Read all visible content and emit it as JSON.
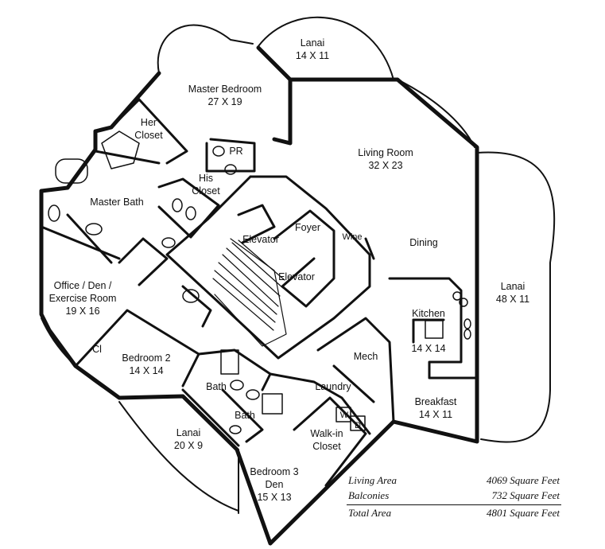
{
  "rooms": {
    "lanai_top": {
      "name": "Lanai",
      "size": "14 X 11"
    },
    "master_bedroom": {
      "name": "Master Bedroom",
      "size": "27 X 19"
    },
    "her_closet": {
      "line1": "Her",
      "line2": "Closet"
    },
    "pr": {
      "name": "PR"
    },
    "his_closet": {
      "line1": "His",
      "line2": "Closet"
    },
    "living_room": {
      "name": "Living Room",
      "size": "32 X 23"
    },
    "master_bath": {
      "name": "Master Bath"
    },
    "foyer": {
      "name": "Foyer"
    },
    "elevator_1": {
      "name": "Elevator"
    },
    "elevator_2": {
      "name": "Elevator"
    },
    "wine": {
      "name": "Wine"
    },
    "dining": {
      "name": "Dining"
    },
    "lanai_right": {
      "name": "Lanai",
      "size": "48 X 11"
    },
    "office": {
      "line1": "Office / Den /",
      "line2": "Exercise Room",
      "size": "19 X 16"
    },
    "kitchen": {
      "name": "Kitchen",
      "size": "14 X 14"
    },
    "closet_cl": {
      "name": "Cl"
    },
    "bedroom_2": {
      "name": "Bedroom 2",
      "size": "14 X 14"
    },
    "mech": {
      "name": "Mech"
    },
    "bath_1": {
      "name": "Bath"
    },
    "laundry": {
      "name": "Laundry"
    },
    "bath_2": {
      "name": "Bath"
    },
    "breakfast": {
      "name": "Breakfast",
      "size": "14 X 11"
    },
    "washer": {
      "name": "W"
    },
    "dryer": {
      "name": "D"
    },
    "lanai_left": {
      "name": "Lanai",
      "size": "20 X 9"
    },
    "walkin_closet": {
      "line1": "Walk-in",
      "line2": "Closet"
    },
    "bedroom_3": {
      "line1": "Bedroom 3",
      "line2": "Den",
      "size": "15 X 13"
    }
  },
  "area_table": [
    {
      "label": "Living Area",
      "value": "4069 Square Feet"
    },
    {
      "label": "Balconies",
      "value": "732 Square Feet"
    },
    {
      "label": "Total Area",
      "value": "4801 Square Feet"
    }
  ]
}
